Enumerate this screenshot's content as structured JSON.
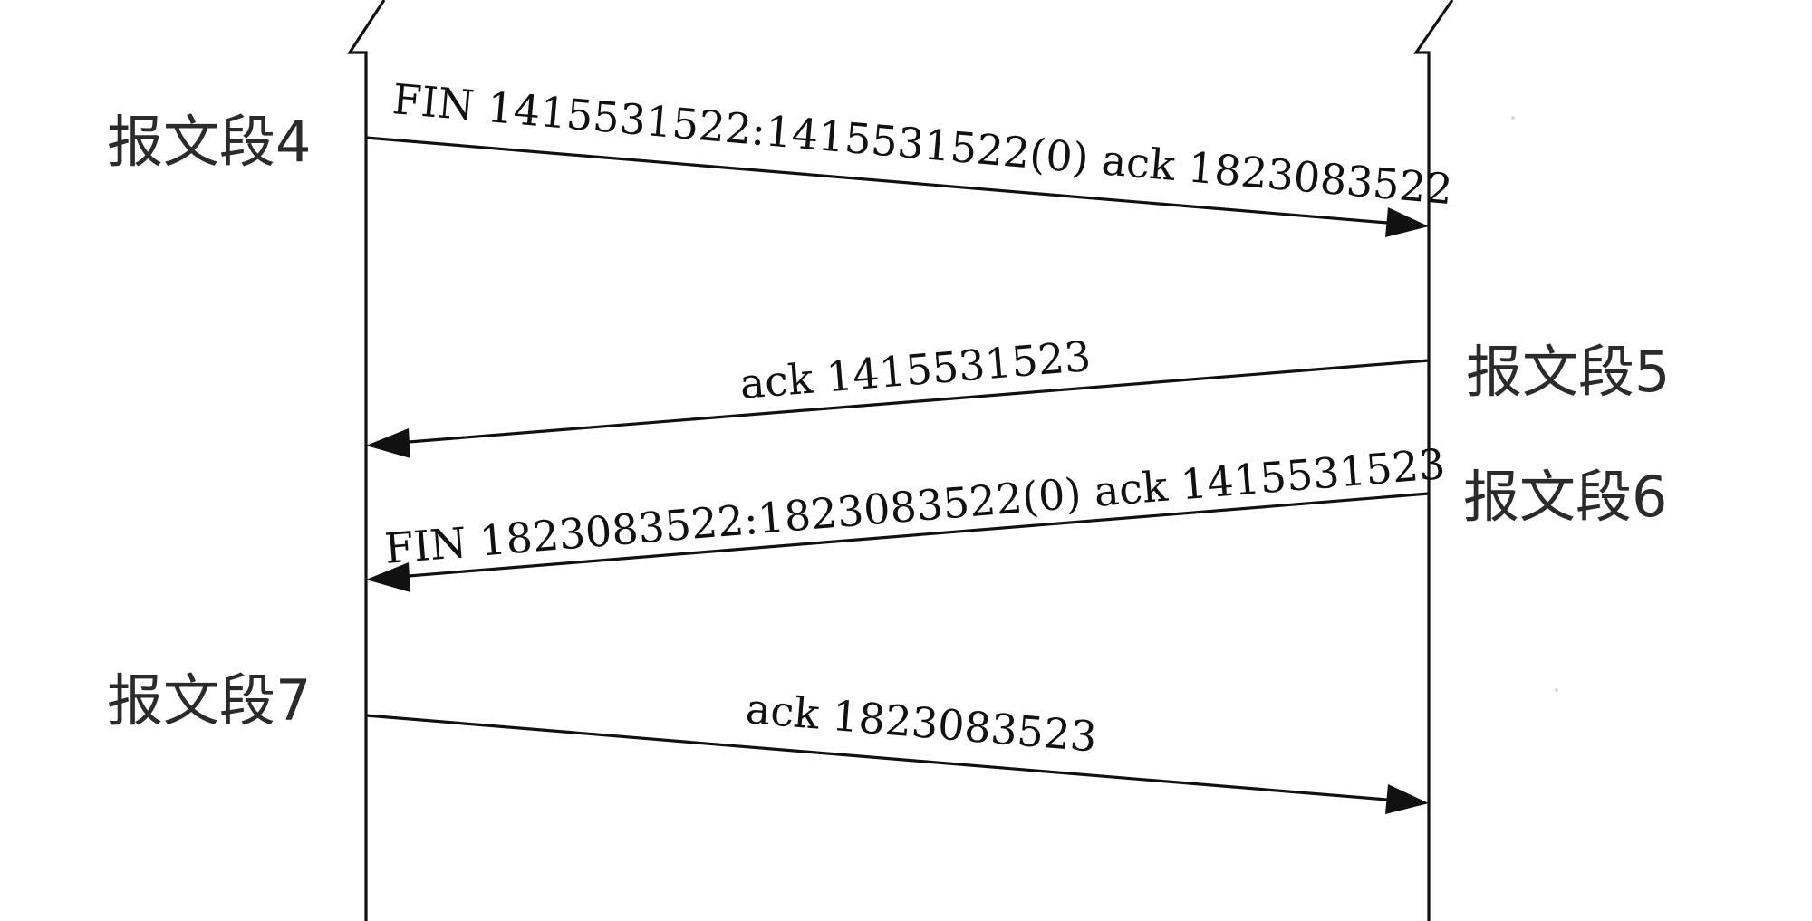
{
  "diagram": {
    "segments": [
      {
        "label": "报文段4",
        "message": "FIN  1415531522:1415531522(0) ack 1823083522"
      },
      {
        "label": "报文段5",
        "message": "ack 1415531523"
      },
      {
        "label": "报文段6",
        "message": "FIN  1823083522:1823083522(0) ack 1415531523"
      },
      {
        "label": "报文段7",
        "message": "ack 1823083523"
      }
    ]
  }
}
